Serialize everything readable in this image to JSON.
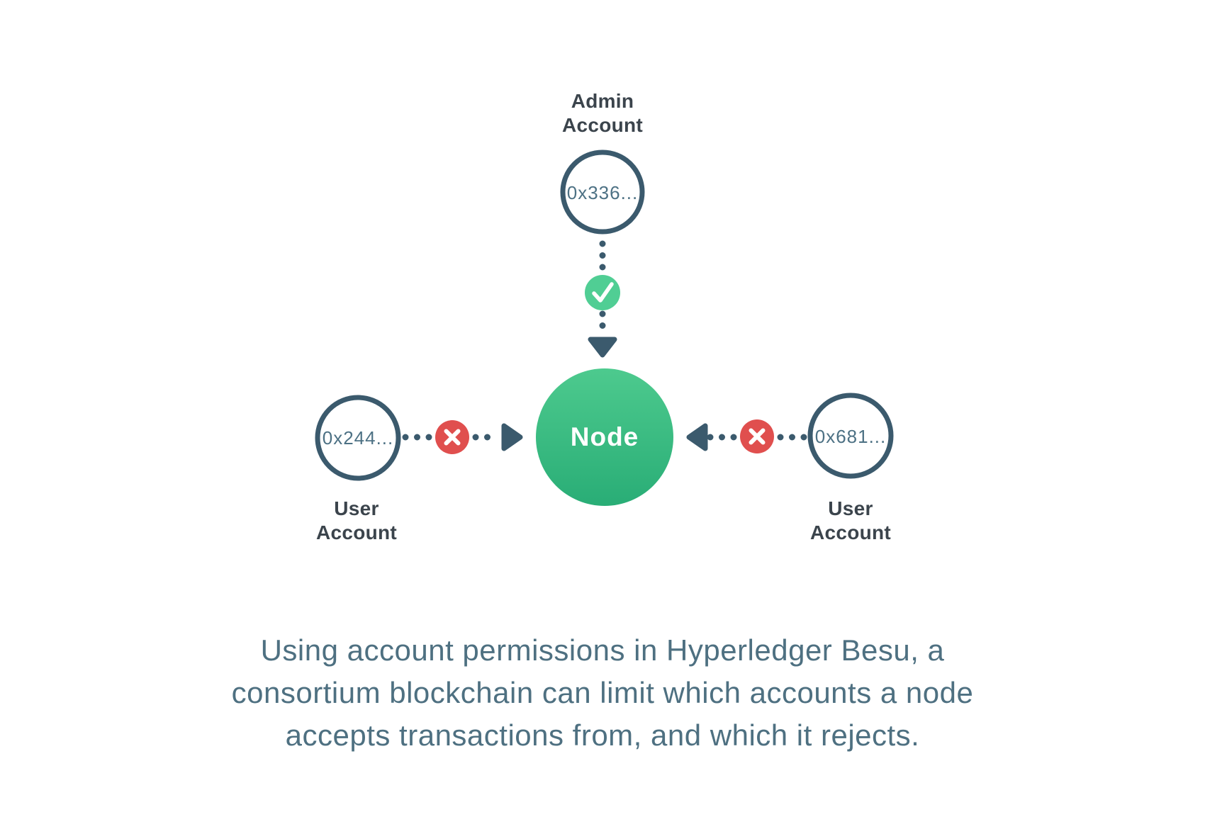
{
  "diagram": {
    "admin": {
      "label_line1": "Admin",
      "label_line2": "Account",
      "address": "0x336..."
    },
    "node": {
      "label": "Node"
    },
    "user_left": {
      "label_line1": "User",
      "label_line2": "Account",
      "address": "0x244..."
    },
    "user_right": {
      "label_line1": "User",
      "label_line2": "Account",
      "address": "0x681..."
    },
    "icons": {
      "allow": "check-icon",
      "deny": "cross-icon"
    },
    "colors": {
      "stroke_teal": "#3b5a6d",
      "node_gradient_top": "#4dca8e",
      "node_gradient_bottom": "#29ad76",
      "allow_green": "#50ce94",
      "deny_red": "#e04f4e",
      "address_text": "#4d7184",
      "label_text": "#3b444c",
      "caption_text": "#4e7081",
      "background": "#ffffff"
    }
  },
  "caption": {
    "lines": [
      "Using account permissions in Hyperledger Besu, a",
      "consortium blockchain can limit which accounts a node",
      "accepts transactions from, and which it rejects."
    ]
  }
}
